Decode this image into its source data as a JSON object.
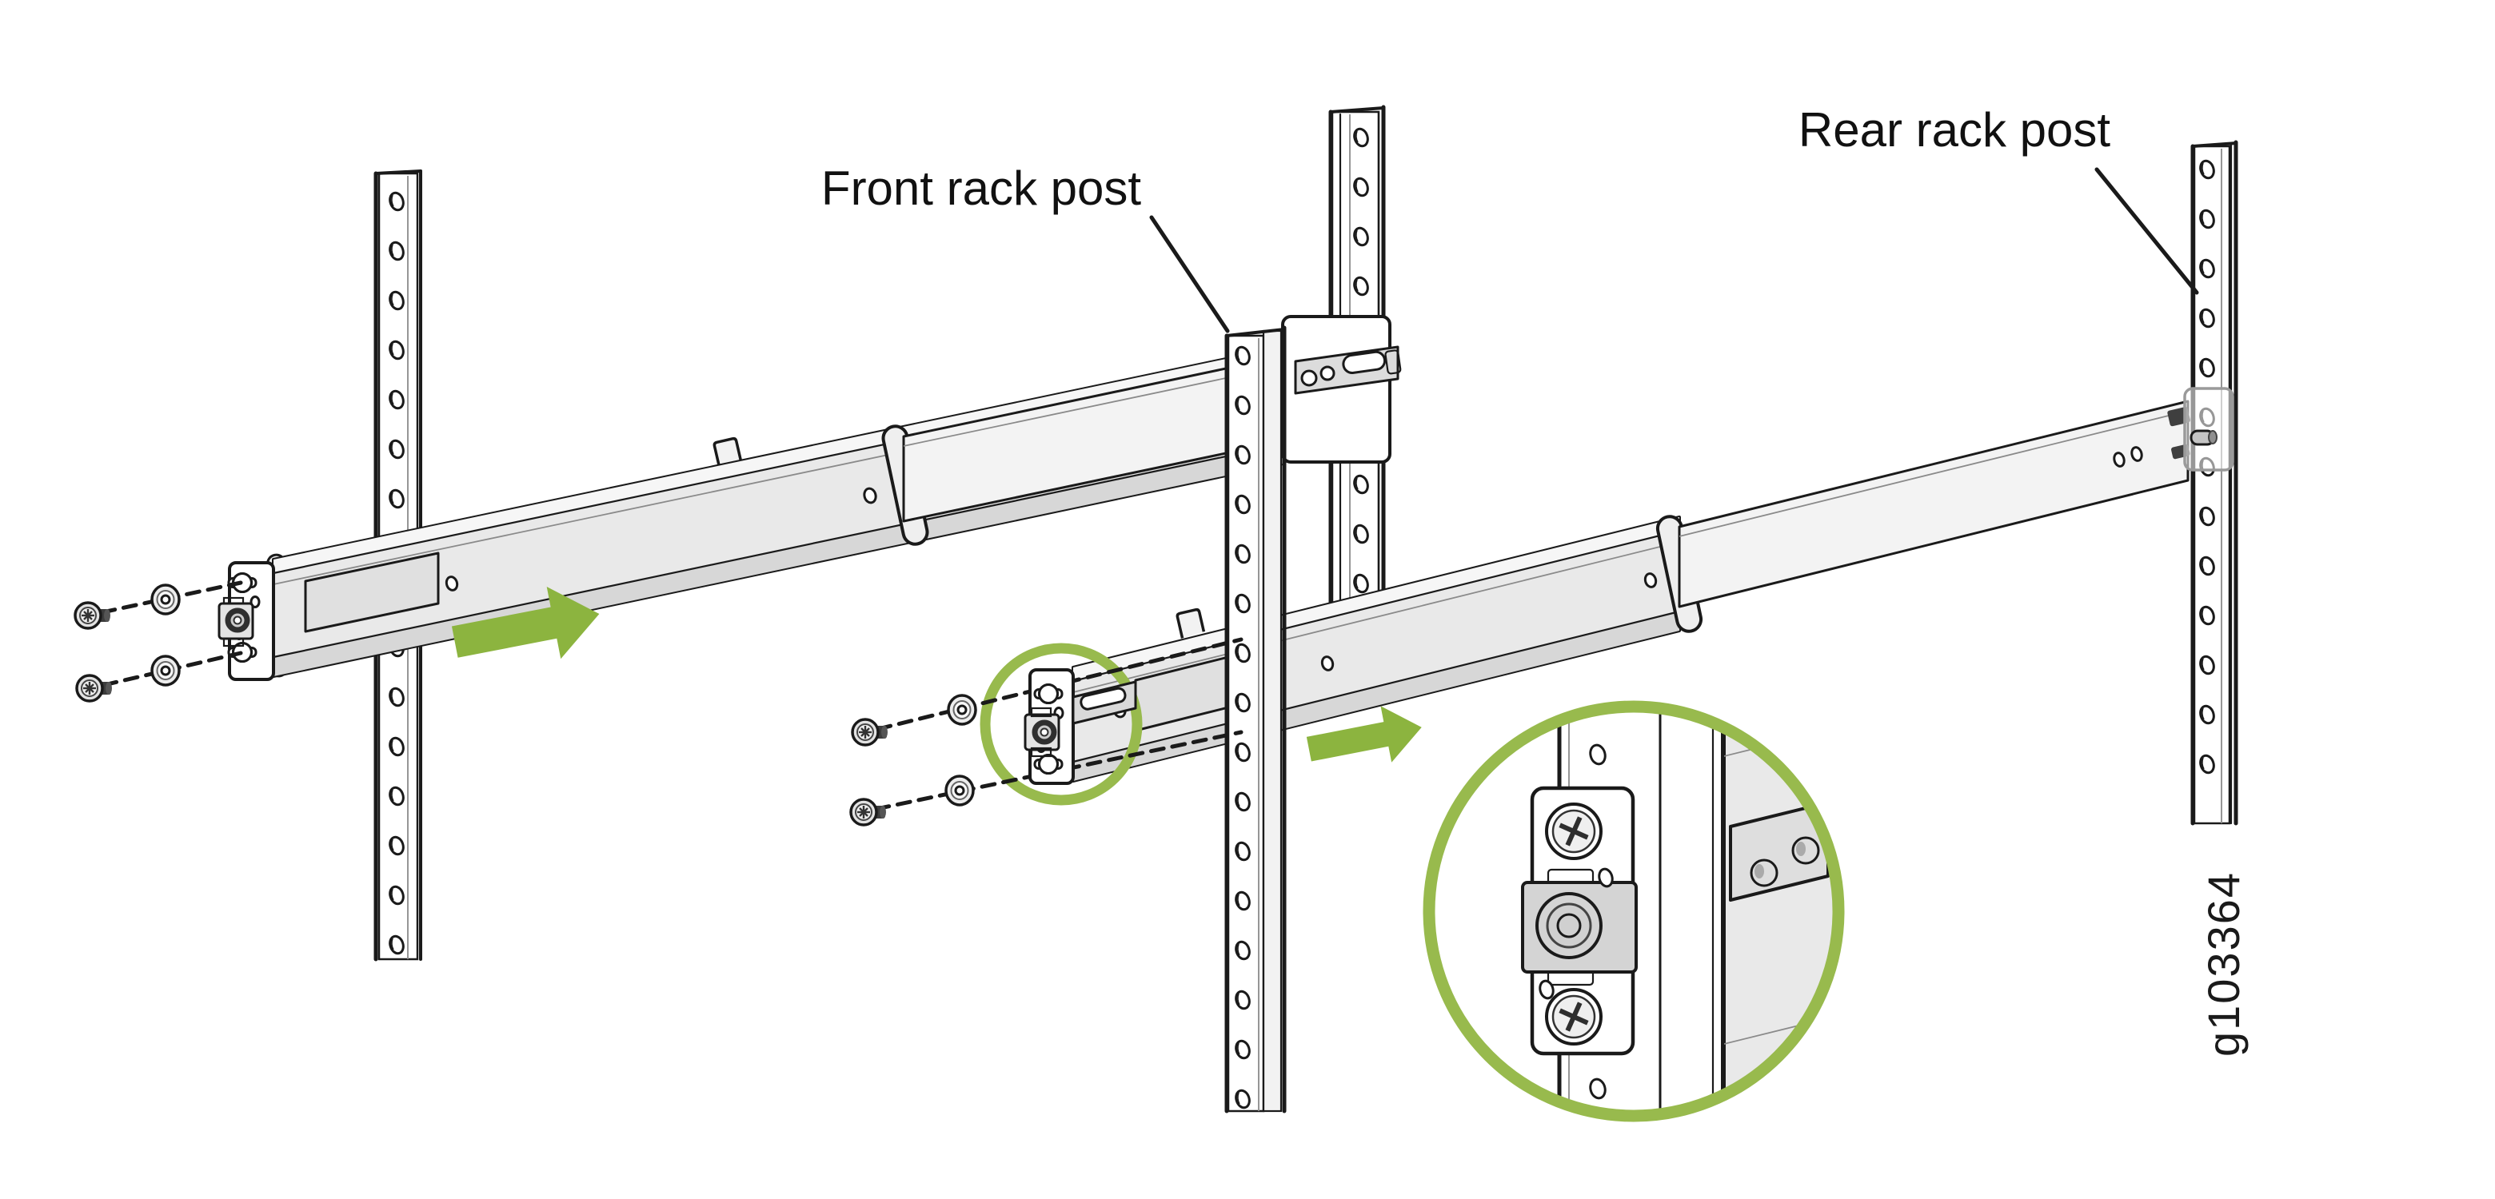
{
  "figure": {
    "kind": "rack-rail-installation-illustration",
    "labels": {
      "front_rack_post": "Front rack post",
      "rear_rack_post": "Rear rack post"
    },
    "figure_id": "g103364",
    "colors": {
      "outline": "#1A1A1A",
      "accent_green": "#8CB43F",
      "highlight_ring_green": "#98BA4D",
      "metal_light": "#F5F5F5",
      "metal_mid": "#E9E9E9",
      "metal_dark": "#D7D7D7",
      "background": "#FFFFFF"
    },
    "icons": [
      {
        "name": "slide-direction-arrow-icon",
        "meaning": "slide rail toward rack post"
      },
      {
        "name": "highlight-circle-icon",
        "meaning": "highlights rail mounting bracket"
      },
      {
        "name": "detail-circle-icon",
        "meaning": "magnified view of bracket, screws and cage nut on front rack post"
      }
    ]
  }
}
